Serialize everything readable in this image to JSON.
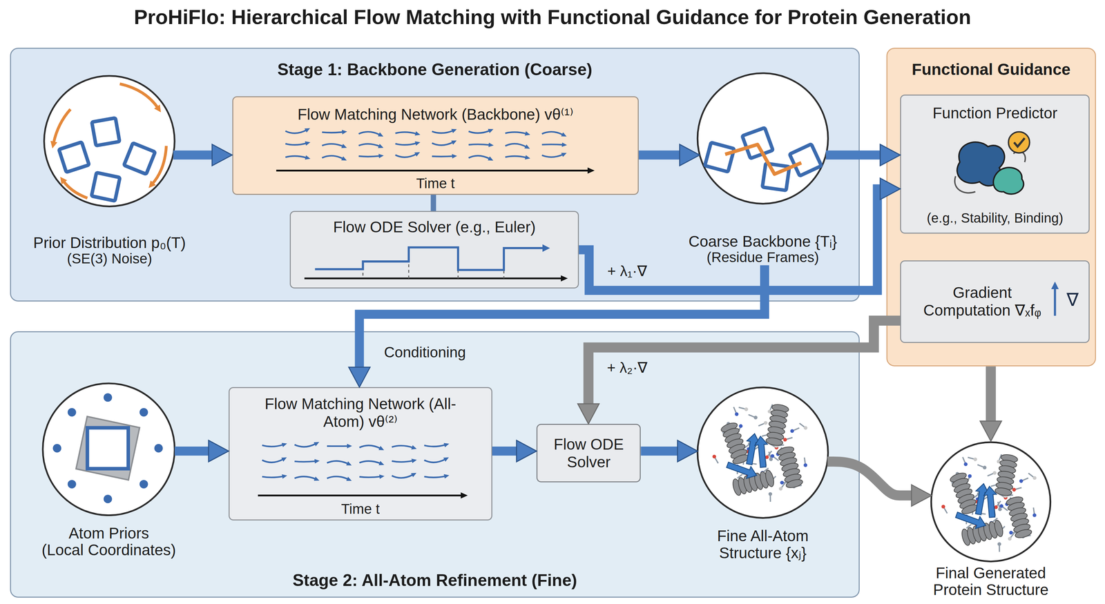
{
  "diagram": {
    "title": "ProHiFlo: Hierarchical Flow Matching with Functional Guidance for Protein Generation",
    "nodes": [
      {
        "text": [
          "Stage 1: Backbone Generation (Coarse)"
        ]
      },
      {
        "text": [
          "Prior Distribution p₀(T)",
          "(SE(3) Noise)"
        ],
        "in": 0
      },
      {
        "text": [
          "Flow Matching Network (Backbone) vθ⁽¹⁾",
          "Time t"
        ],
        "in": 0
      },
      {
        "text": [
          "Flow ODE Solver (e.g., Euler)"
        ],
        "in": 0
      },
      {
        "text": [
          "Coarse Backbone {Tᵢ}",
          "(Residue Frames)"
        ],
        "in": 0
      },
      {
        "text": [
          "Functional Guidance"
        ]
      },
      {
        "text": [
          "Function Predictor",
          "(e.g., Stability, Binding)"
        ],
        "in": 5
      },
      {
        "text": [
          "Gradient Computation ∇ₓfᵩ"
        ],
        "in": 5
      },
      {
        "text": [
          "Stage 2: All-Atom Refinement (Fine)"
        ]
      },
      {
        "text": [
          "Atom Priors",
          "(Local Coordinates)"
        ],
        "in": 8
      },
      {
        "text": [
          "Flow Matching Network (All-Atom) vθ⁽²⁾",
          "Time t"
        ],
        "in": 8
      },
      {
        "text": [
          "Flow ODE Solver"
        ],
        "in": 8
      },
      {
        "text": [
          "Fine All-Atom Structure {xⱼ}"
        ],
        "in": 8
      },
      {
        "text": [
          "Final Generated Protein Structure"
        ]
      }
    ],
    "edges": [
      {
        "from": 1,
        "to": 2,
        "arrow": "to"
      },
      {
        "from": 2,
        "to": 3,
        "arrow": "none"
      },
      {
        "from": 2,
        "to": 4,
        "arrow": "to"
      },
      {
        "from": 3,
        "to": 6,
        "arrow": "to",
        "label": "+ λ₁·∇"
      },
      {
        "from": 4,
        "to": 6,
        "arrow": "to"
      },
      {
        "from": 4,
        "to": 10,
        "arrow": "to",
        "label": "Conditioning"
      },
      {
        "from": 7,
        "to": 11,
        "arrow": "to",
        "label": "+ λ₂·∇"
      },
      {
        "from": 9,
        "to": 10,
        "arrow": "to"
      },
      {
        "from": 10,
        "to": 11,
        "arrow": "to"
      },
      {
        "from": 11,
        "to": 12,
        "arrow": "to"
      },
      {
        "from": 12,
        "to": 13,
        "arrow": "to"
      },
      {
        "from": 5,
        "to": 13,
        "arrow": "to"
      }
    ],
    "labels": [
      "∇"
    ]
  }
}
